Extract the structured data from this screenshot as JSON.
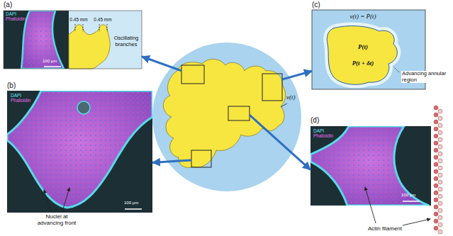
{
  "diagram": {
    "nodes": [
      {
        "text": [
          "(a)",
          "DAPI",
          "Phalloidin",
          "100 μm",
          "0.45 mm",
          "0.45 mm",
          "Oscillating branches"
        ]
      },
      {
        "text": [
          "(b)",
          "DAPI",
          "Phalloidin",
          "100 μm",
          "Nuclei at advancing front"
        ]
      },
      {
        "text": [
          "v(t)"
        ]
      },
      {
        "text": [
          "(c)",
          "v(t) = Ṗ(t)",
          "P(t)",
          "P(t + δt)",
          "Advancing annular region"
        ]
      },
      {
        "text": [
          "(d)",
          "DAPI",
          "Phalloidin",
          "100 μm",
          "Actin filament"
        ]
      }
    ],
    "edges": [
      {
        "from": 2,
        "to": 0,
        "arrow": "to"
      },
      {
        "from": 2,
        "to": 1,
        "arrow": "to"
      },
      {
        "from": 2,
        "to": 3,
        "arrow": "to"
      },
      {
        "from": 2,
        "to": 4,
        "arrow": "to"
      }
    ]
  }
}
